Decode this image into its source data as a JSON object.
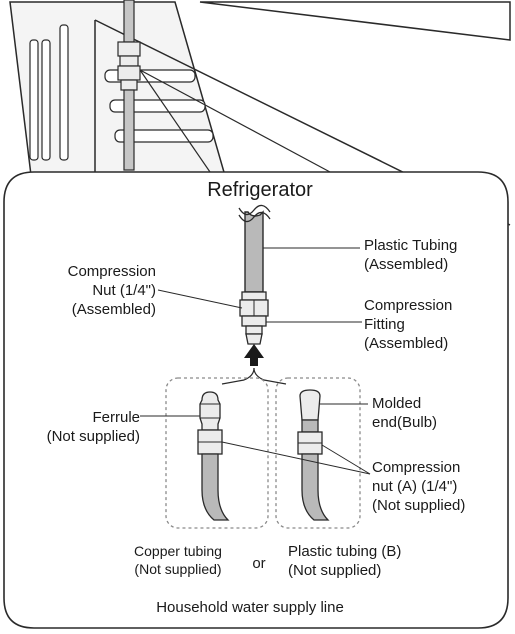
{
  "diagram": {
    "title": "Refrigerator",
    "labels": {
      "plastic_tubing_assembled": [
        "Plastic Tubing",
        "(Assembled)"
      ],
      "compression_nut": [
        "Compression",
        "Nut (1/4\")",
        "(Assembled)"
      ],
      "compression_fitting": [
        "Compression",
        "Fitting",
        "(Assembled)"
      ],
      "ferrule": [
        "Ferrule",
        "(Not supplied)"
      ],
      "molded_end": [
        "Molded",
        "end(Bulb)"
      ],
      "compression_nut_a": [
        "Compression",
        "nut (A) (1/4\")",
        "(Not supplied)"
      ],
      "copper_tubing": [
        "Copper tubing",
        "(Not supplied)"
      ],
      "or": "or",
      "plastic_tubing_b": [
        "Plastic tubing (B)",
        "(Not supplied)"
      ],
      "footer": "Household water supply line"
    },
    "colors": {
      "outline": "#2a2a2a",
      "tube_fill": "#b9b9b9",
      "fitting_fill": "#ececec",
      "panel_fill": "#ffffff",
      "fridge_fill": "#f4f4f4",
      "dashed_box": "#8a8a8a"
    }
  }
}
